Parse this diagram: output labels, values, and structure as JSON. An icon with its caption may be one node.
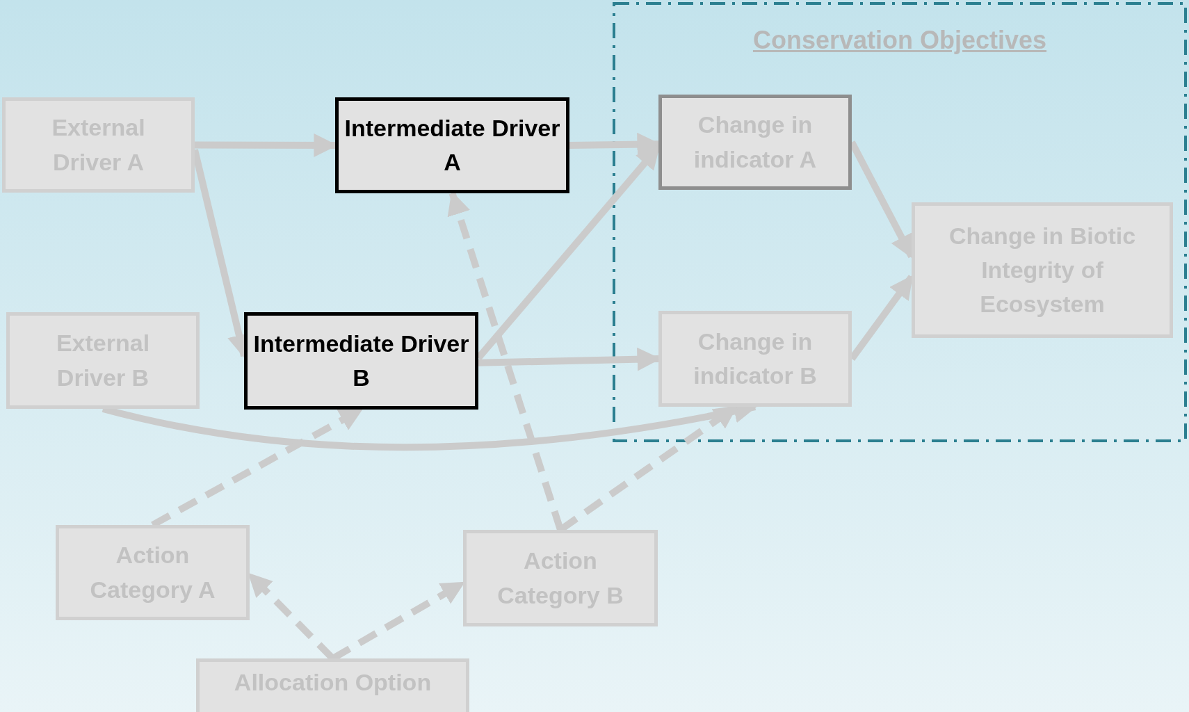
{
  "diagram": {
    "nodes": [
      {
        "text": [
          "Conservation Objectives"
        ]
      },
      {
        "text": [
          "External Driver A"
        ]
      },
      {
        "text": [
          "Intermediate Driver A"
        ]
      },
      {
        "text": [
          "Change in indicator A"
        ],
        "in": 0
      },
      {
        "text": [
          "External Driver B"
        ]
      },
      {
        "text": [
          "Intermediate Driver B"
        ]
      },
      {
        "text": [
          "Change in Biotic Integrity of Ecosystem"
        ],
        "in": 0
      },
      {
        "text": [
          "Change in indicator B"
        ],
        "in": 0
      },
      {
        "text": [
          "Action Category A"
        ]
      },
      {
        "text": [
          "Action Category B"
        ]
      },
      {
        "text": [
          "Allocation Option"
        ]
      }
    ],
    "edges": [
      {
        "from": 1,
        "to": 2,
        "arrow": "to"
      },
      {
        "from": 1,
        "to": 5,
        "arrow": "to"
      },
      {
        "from": 2,
        "to": 3,
        "arrow": "to"
      },
      {
        "from": 5,
        "to": 3,
        "arrow": "to"
      },
      {
        "from": 5,
        "to": 7,
        "arrow": "to"
      },
      {
        "from": 4,
        "to": 7,
        "arrow": "to"
      },
      {
        "from": 3,
        "to": 6,
        "arrow": "to"
      },
      {
        "from": 7,
        "to": 6,
        "arrow": "to"
      },
      {
        "from": 8,
        "to": 5,
        "arrow": "to",
        "style": "dashed"
      },
      {
        "from": 9,
        "to": 2,
        "arrow": "to",
        "style": "dashed"
      },
      {
        "from": 9,
        "to": 7,
        "arrow": "to",
        "style": "dashed"
      },
      {
        "from": 10,
        "to": 8,
        "arrow": "to",
        "style": "dashed"
      },
      {
        "from": 10,
        "to": 9,
        "arrow": "to",
        "style": "dashed"
      }
    ]
  }
}
